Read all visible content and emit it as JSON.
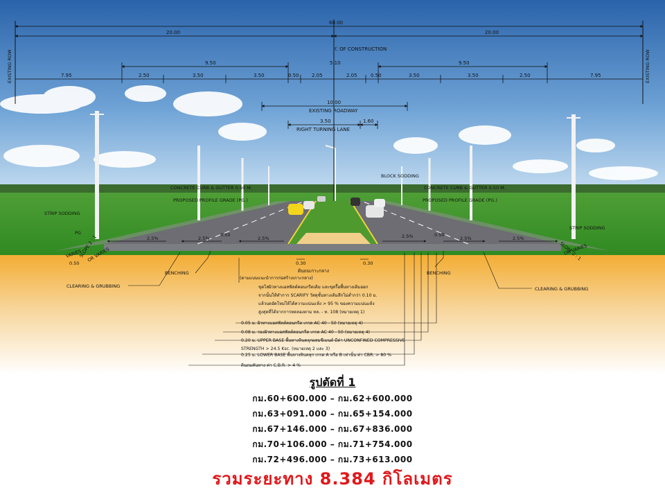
{
  "dimensions": {
    "total_row": "60.00",
    "half_left": "20.00",
    "half_right": "20.00",
    "left_offset": "7.95",
    "right_offset": "7.95",
    "carriage_left": "9.50",
    "carriage_right": "9.50",
    "seg_2_50_l": "2.50",
    "seg_3_50_a_l": "3.50",
    "seg_3_50_b_l": "3.50",
    "seg_0_50_l": "0.50",
    "seg_2_05_l": "2.05",
    "seg_2_05_r": "2.05",
    "seg_0_50_r": "0.50",
    "seg_3_50_a_r": "3.50",
    "seg_3_50_b_r": "3.50",
    "seg_2_50_r": "2.50",
    "median": "5.10",
    "existing_roadway": "10.00",
    "right_turn_width": "3.50",
    "right_turn_offset": "1.60",
    "pg_left": "0.50",
    "pg_right": "0.50",
    "bottom_030_l": "0.30",
    "bottom_030_r": "0.30",
    "bottom_050_l": "0.50"
  },
  "labels": {
    "existing_row_left": "EXISTING ROW",
    "existing_row_right": "EXISTING ROW",
    "construction_cl": "ℂ OF CONSTRUCTION",
    "existing_roadway": "EXISTING ROADWAY",
    "right_turning_lane": "RIGHT TURNING LANE",
    "block_sodding": "BLOCK SODDING",
    "curb_left": "CONCRETE CURB & GUTTER 0.50 M.",
    "curb_right": "CONCRETE CURB & GUTTER 0.50 M.",
    "profile_left": "PROPOSED PROFILE GRADE (PG.)",
    "profile_right": "PROPOSED PROFILE GRADE (PG.)",
    "strip_sodding_left": "STRIP  SODDING",
    "strip_sodding_right": "STRIP  SODDING",
    "slope_left": "SLOPE 2 : 1",
    "slope_left_2": "OR VARIES",
    "slope_right": "SLOPE 2 : 1",
    "slope_right_2": "OR VARIES",
    "varies": "VARIES",
    "pg": "PG",
    "grade_l1": "2.5%",
    "grade_l2": "2.5%",
    "grade_l3": "2.5%",
    "grade_r1": "2.5%",
    "grade_r2": "2.5%",
    "grade_r3": "2.5%",
    "benching_left": "BENCHING",
    "benching_right": "BENCHING",
    "clearing_left": "CLEARING & GRUBBING",
    "clearing_right": "CLEARING & GRUBBING",
    "median_fill": "ดินถมเกาะกลาง",
    "median_fill_note": "(ตามแบบแนะนำการก่อสร้างเกาะกลาง)"
  },
  "notes": [
    "ขุดไสผิวทางแอสฟัลต์คอนกรีตเดิม และขุดรื้อพื้นทางเดิมออก",
    "จากนั้นให้ทำการ  SCARIFY วัสดุชั้นทางเดิมลึกไม่ต่ำกว่า 0.10  ม.",
    "แล้วบดอัดใหม่ให้ได้ความแน่นแห้ง >  95 % ของความแน่นแห้ง",
    "สูงสุดที่ได้จากการทดลองตาม ทล. - ท. 108 (หมายเหตุ 1)"
  ],
  "layers": [
    "0.05 ม. ผิวทางแอสฟัลต์คอนกรีต  เกรด AC 40 - 50 (หมายเหตุ 4)",
    "0.08 ม. รองผิวทางแอสฟัลต์คอนกรีต  เกรด AC 40 - 50 (หมายเหตุ  4)",
    "0.20 ม. UPPER  BASE พื้นทางหินคลุกผสมซีเมนต์  มีค่า UNCONFINED COMPRESSIVE",
    "STRENGTH > 24.5  Ksc. (หมายเหตุ 2 และ 3)",
    "0.25 ม. LOWER BASE พื้นทางหินคลุก  เกรด A หรือ B เท่านั้น  ค่า CBR. > 80 %",
    "ดินถมคันทาง  ค่า C.B.R. > 4 %"
  ],
  "caption": {
    "title": "รูปตัดที่  1",
    "lines": [
      "กม.60+600.000 – กม.62+600.000",
      "กม.63+091.000 – กม.65+154.000",
      "กม.67+146.000 – กม.67+836.000",
      "กม.70+106.000 – กม.71+754.000",
      "กม.72+496.000 – กม.73+613.000"
    ],
    "total": "รวมระยะทาง  8.384  กิโลเมตร"
  },
  "colors": {
    "sky_top": "#2f6db3",
    "sky_bottom": "#b9d6ee",
    "grass": "#3f9a2a",
    "soil": "#f3b23f",
    "asphalt": "#6c6c72",
    "total_text": "#e0181b"
  }
}
